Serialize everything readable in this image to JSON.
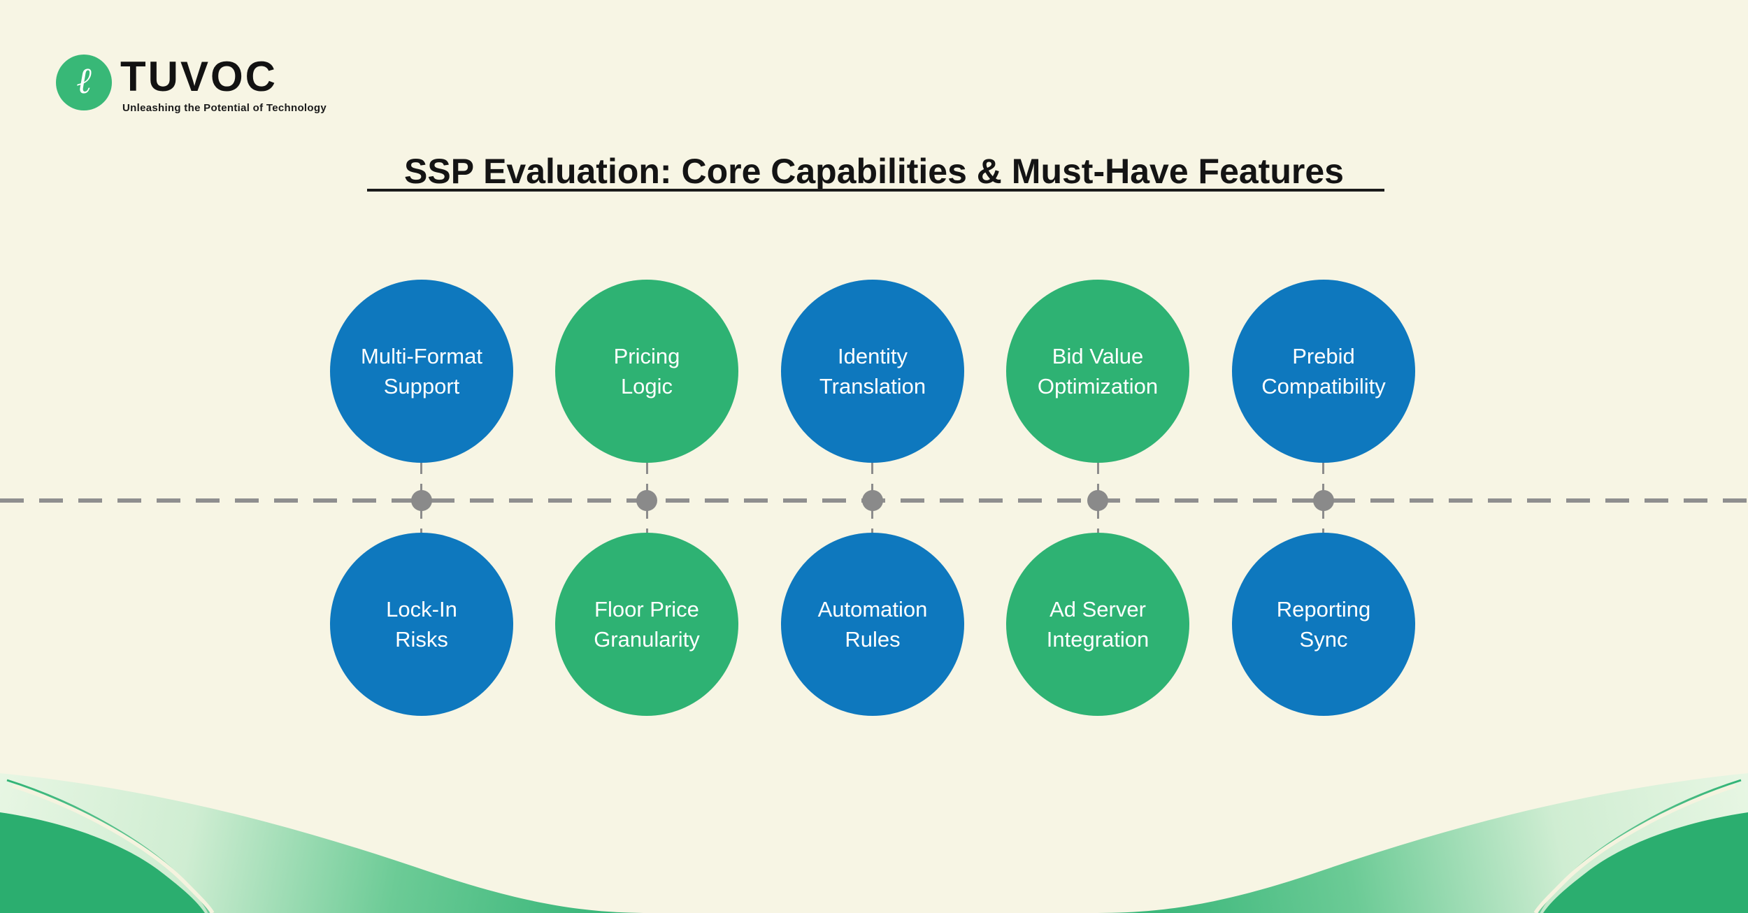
{
  "page": {
    "background": "#F7F5E4"
  },
  "logo": {
    "icon_glyph": "ℓ",
    "icon_bg": "#38B877",
    "brand": "TUVOC",
    "tagline": "Unleashing the Potential of Technology"
  },
  "title": {
    "text": "SSP Evaluation: Core Capabilities & Must-Have Features"
  },
  "colors": {
    "blue": "#0E78BE",
    "green": "#2EB273",
    "wave_green": "#2BAE6F",
    "timeline_gray": "#8F8F8F",
    "dot_gray": "#8A8A8A",
    "cream": "#F7F5E4"
  },
  "diagram": {
    "top_row": [
      {
        "label": "Multi-Format\nSupport",
        "color": "#0E78BE"
      },
      {
        "label": "Pricing\nLogic",
        "color": "#2EB273"
      },
      {
        "label": "Identity\nTranslation",
        "color": "#0E78BE"
      },
      {
        "label": "Bid Value\nOptimization",
        "color": "#2EB273"
      },
      {
        "label": "Prebid\nCompatibility",
        "color": "#0E78BE"
      }
    ],
    "bottom_row": [
      {
        "label": "Lock-In\nRisks",
        "color": "#0E78BE"
      },
      {
        "label": "Floor Price\nGranularity",
        "color": "#2EB273"
      },
      {
        "label": "Automation\nRules",
        "color": "#0E78BE"
      },
      {
        "label": "Ad Server\nIntegration",
        "color": "#2EB273"
      },
      {
        "label": "Reporting\nSync",
        "color": "#0E78BE"
      }
    ]
  }
}
